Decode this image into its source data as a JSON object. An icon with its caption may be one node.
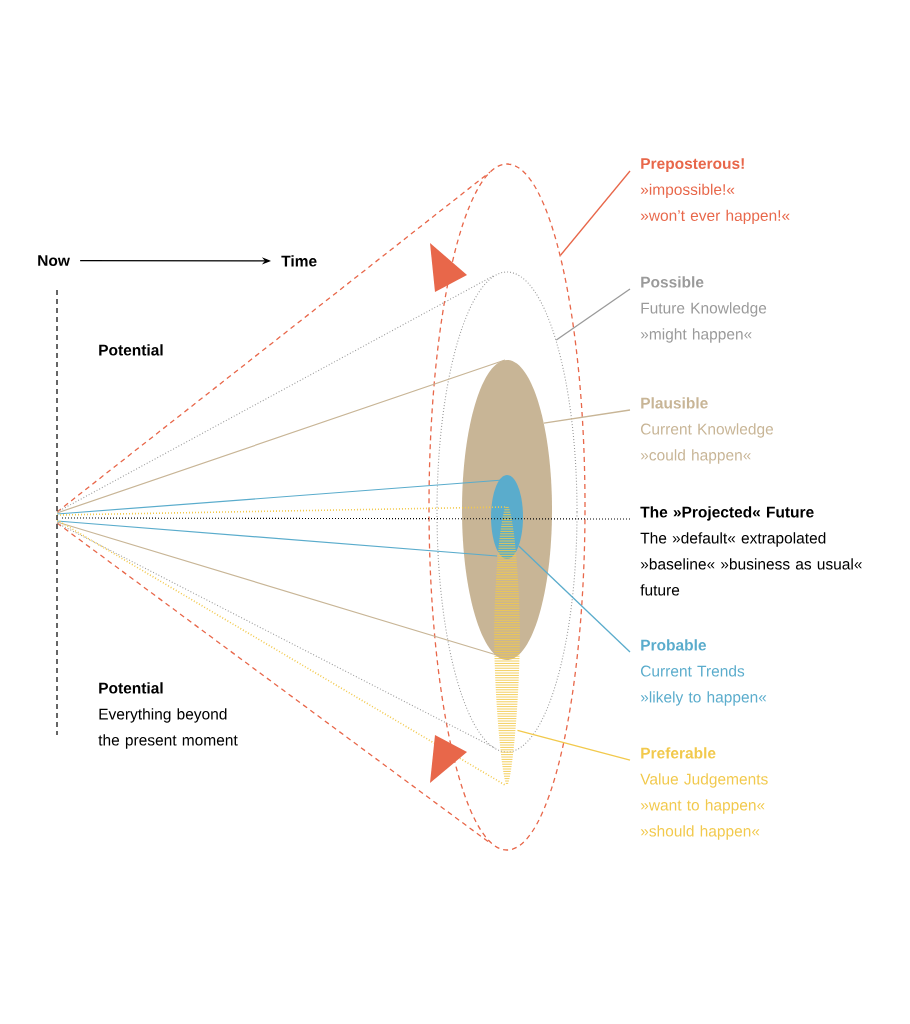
{
  "diagram": {
    "nodes": [
      {
        "text": [
          "Now"
        ]
      },
      {
        "text": [
          "Time"
        ]
      },
      {
        "text": [
          "Potential"
        ]
      },
      {
        "text": [
          "Potential",
          "Everything beyond the present moment"
        ]
      },
      {
        "text": [
          "Preposterous!",
          "»impossible!«",
          "»won’t ever happen!«"
        ]
      },
      {
        "text": [
          "Possible",
          "Future Knowledge",
          "»might happen«"
        ]
      },
      {
        "text": [
          "Plausible",
          "Current Knowledge",
          "»could happen«"
        ]
      },
      {
        "text": [
          "The »Projected« Future",
          "The »default« extrapolated »baseline« »business as usual« future"
        ]
      },
      {
        "text": [
          "Probable",
          "Current Trends",
          "»likely to happen«"
        ]
      },
      {
        "text": [
          "Preferable",
          "Value Judgements",
          "»want to happen«",
          "»should happen«"
        ]
      },
      {
        "text": [],
        "shape": "ellipse"
      },
      {
        "text": [],
        "shape": "ellipse",
        "in": 10
      },
      {
        "text": [],
        "shape": "ellipse",
        "in": 11
      },
      {
        "text": [],
        "shape": "ellipse",
        "in": 12
      },
      {
        "text": [],
        "shape": "ellipse",
        "in": 10
      }
    ],
    "edges": [
      {
        "from": 0,
        "to": 1,
        "arrow": "to",
        "color": "#000000"
      },
      {
        "from": 4,
        "to": 10,
        "arrow": "none",
        "color": "#e8674a"
      },
      {
        "from": 5,
        "to": 11,
        "arrow": "none",
        "color": "#9a9a9a"
      },
      {
        "from": 6,
        "to": 12,
        "arrow": "none",
        "color": "#c8b596"
      },
      {
        "from": 7,
        "to": null,
        "arrow": "none",
        "style": "dashed",
        "color": "#000000"
      },
      {
        "from": 8,
        "to": 13,
        "arrow": "none",
        "color": "#5aaccc"
      },
      {
        "from": 9,
        "to": 14,
        "arrow": "none",
        "color": "#f2c94c"
      }
    ]
  }
}
